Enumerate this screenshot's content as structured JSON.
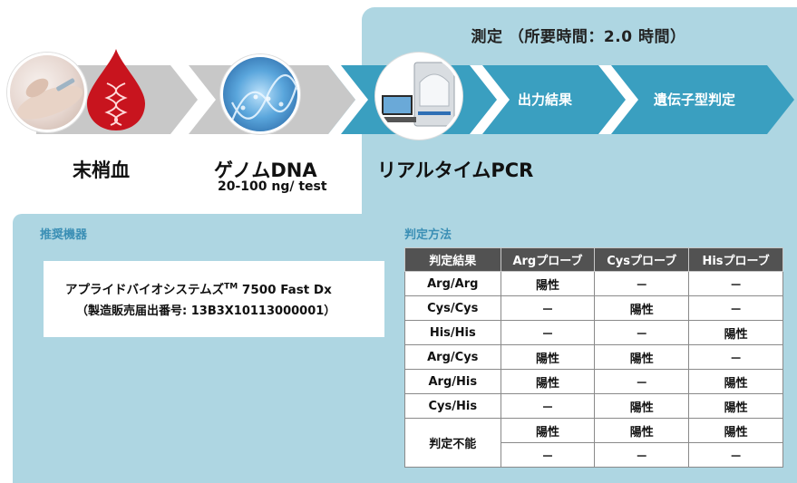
{
  "measure": {
    "title": "測定 （所要時間：2.0 時間）"
  },
  "flow": {
    "steps": [
      {
        "label": "末梢血"
      },
      {
        "label": "ゲノムDNA",
        "sub": "20-100 ng/ test"
      },
      {
        "label": "リアルタイムPCR"
      },
      {
        "label": "出力結果"
      },
      {
        "label": "遺伝子型判定"
      }
    ]
  },
  "devices": {
    "heading": "推奨機器",
    "name": "アプライドバイオシステムズ",
    "tm": "TM",
    "model": "7500 Fast Dx",
    "registration": "（製造販売届出番号: 13B3X10113000001）"
  },
  "method": {
    "heading": "判定方法",
    "columns": [
      "判定結果",
      "Argプローブ",
      "Cysプローブ",
      "Hisプローブ"
    ],
    "rows": [
      {
        "result": "Arg/Arg",
        "arg": "陽性",
        "cys": "－",
        "his": "－"
      },
      {
        "result": "Cys/Cys",
        "arg": "－",
        "cys": "陽性",
        "his": "－"
      },
      {
        "result": "His/His",
        "arg": "－",
        "cys": "－",
        "his": "陽性"
      },
      {
        "result": "Arg/Cys",
        "arg": "陽性",
        "cys": "陽性",
        "his": "－"
      },
      {
        "result": "Arg/His",
        "arg": "陽性",
        "cys": "－",
        "his": "陽性"
      },
      {
        "result": "Cys/His",
        "arg": "－",
        "cys": "陽性",
        "his": "陽性"
      }
    ],
    "undetermined": {
      "result": "判定不能",
      "rows": [
        {
          "arg": "陽性",
          "cys": "陽性",
          "his": "陽性"
        },
        {
          "arg": "－",
          "cys": "－",
          "his": "－"
        }
      ]
    }
  },
  "colors": {
    "panel": "#aed6e2",
    "arrow_gray": "#c8c8c8",
    "arrow_blue": "#3a9fc0",
    "blood": "#c8141e",
    "header": "#525252",
    "heading_text": "#3b8fb5"
  },
  "icons": [
    "hand-blood-draw-icon",
    "blood-drop-dna-icon",
    "dna-helix-icon",
    "pcr-instrument-icon"
  ]
}
